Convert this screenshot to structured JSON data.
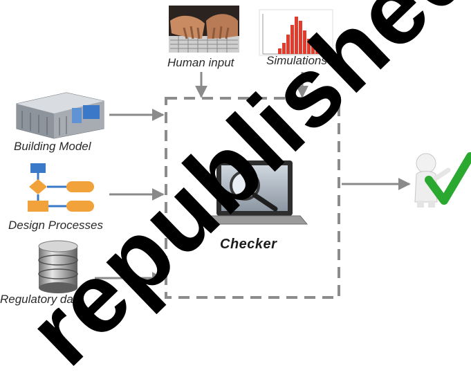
{
  "inputs": {
    "human_input": "Human input",
    "simulations": "Simulations",
    "building_model": "Building Model",
    "design_processes": "Design Processes",
    "regulatory_data": "Regulatory data"
  },
  "checker": {
    "label": "Checker"
  },
  "watermark": {
    "text": "republished"
  },
  "colors": {
    "arrow": "#8a8a8a",
    "dashed_box": "#8c8c8c",
    "flowchart_orange": "#f2a23a",
    "flowchart_blue": "#3a78c8",
    "histogram_red": "#e23c2c",
    "checkmark_green": "#2aa830"
  }
}
